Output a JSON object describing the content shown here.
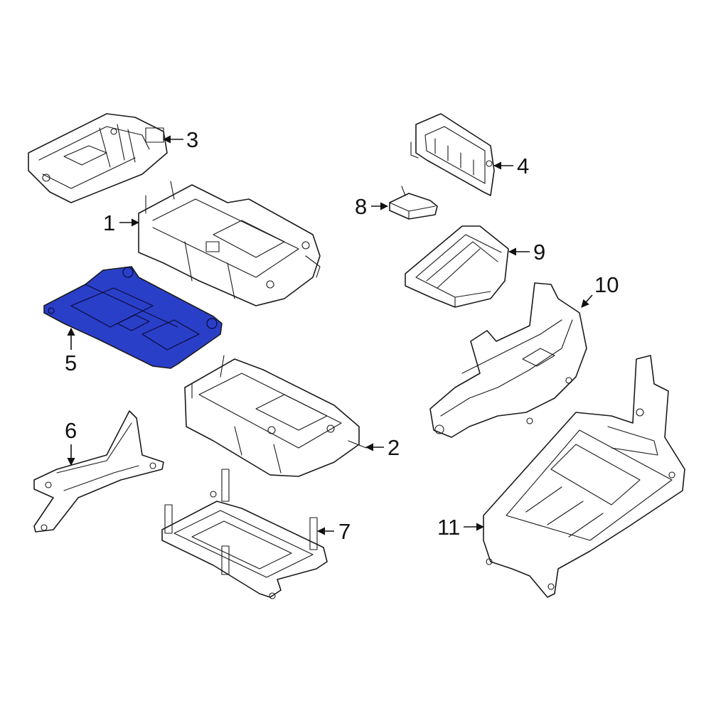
{
  "highlight_color": "#2a3fc8",
  "callouts": [
    {
      "id": "1",
      "label": "1"
    },
    {
      "id": "2",
      "label": "2"
    },
    {
      "id": "3",
      "label": "3"
    },
    {
      "id": "4",
      "label": "4"
    },
    {
      "id": "5",
      "label": "5"
    },
    {
      "id": "6",
      "label": "6"
    },
    {
      "id": "7",
      "label": "7"
    },
    {
      "id": "8",
      "label": "8"
    },
    {
      "id": "9",
      "label": "9"
    },
    {
      "id": "10",
      "label": "10"
    },
    {
      "id": "11",
      "label": "11"
    }
  ],
  "highlighted_part": "5"
}
